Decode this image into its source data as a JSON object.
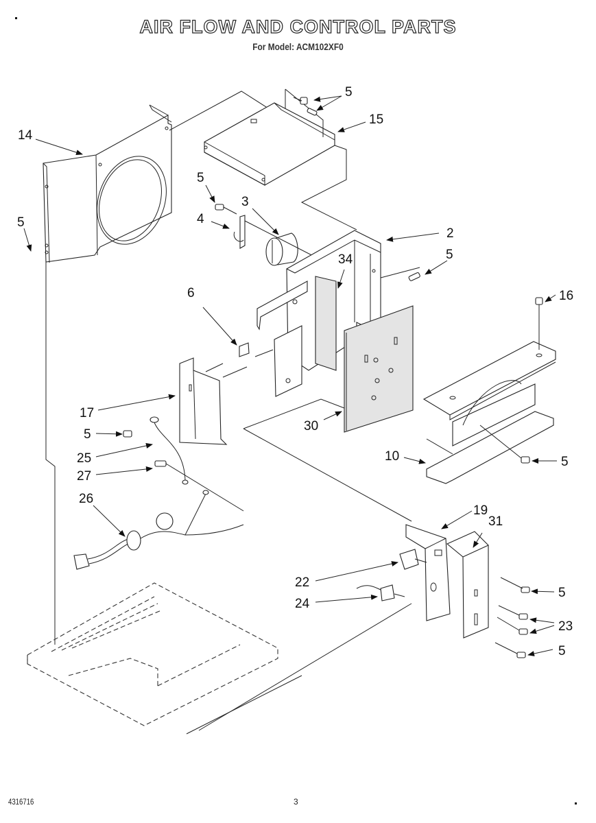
{
  "header": {
    "title": "AIR FLOW AND CONTROL PARTS",
    "subtitle": "For Model: ACM102XF0"
  },
  "footer": {
    "doc_number": "4316716",
    "page_number": "3"
  },
  "callouts": [
    {
      "id": "c14",
      "label": "14",
      "part": "fan-shroud"
    },
    {
      "id": "c5a",
      "label": "5",
      "part": "screw"
    },
    {
      "id": "c5b",
      "label": "5",
      "part": "screw"
    },
    {
      "id": "c15",
      "label": "15",
      "part": "top-bracket"
    },
    {
      "id": "c5c",
      "label": "5",
      "part": "screw"
    },
    {
      "id": "c3",
      "label": "3",
      "part": "capacitor"
    },
    {
      "id": "c4",
      "label": "4",
      "part": "capacitor-strap"
    },
    {
      "id": "c2",
      "label": "2",
      "part": "control-housing"
    },
    {
      "id": "c5d",
      "label": "5",
      "part": "screw"
    },
    {
      "id": "c34",
      "label": "34",
      "part": "insulation-strip"
    },
    {
      "id": "c6",
      "label": "6",
      "part": "clip"
    },
    {
      "id": "c16",
      "label": "16",
      "part": "screw"
    },
    {
      "id": "c17",
      "label": "17",
      "part": "cord-bracket"
    },
    {
      "id": "c5e",
      "label": "5",
      "part": "screw"
    },
    {
      "id": "c30",
      "label": "30",
      "part": "insulation-panel"
    },
    {
      "id": "c25",
      "label": "25",
      "part": "ground-wire"
    },
    {
      "id": "c27",
      "label": "27",
      "part": "ground-screw"
    },
    {
      "id": "c10",
      "label": "10",
      "part": "fan-base"
    },
    {
      "id": "c5f",
      "label": "5",
      "part": "screw"
    },
    {
      "id": "c26",
      "label": "26",
      "part": "power-cord"
    },
    {
      "id": "c19",
      "label": "19",
      "part": "control-bracket"
    },
    {
      "id": "c31",
      "label": "31",
      "part": "control-cover"
    },
    {
      "id": "c22",
      "label": "22",
      "part": "selector-switch"
    },
    {
      "id": "c5g",
      "label": "5",
      "part": "screw"
    },
    {
      "id": "c24",
      "label": "24",
      "part": "thermostat"
    },
    {
      "id": "c23",
      "label": "23",
      "part": "screw"
    },
    {
      "id": "c5h",
      "label": "5",
      "part": "screw"
    }
  ]
}
